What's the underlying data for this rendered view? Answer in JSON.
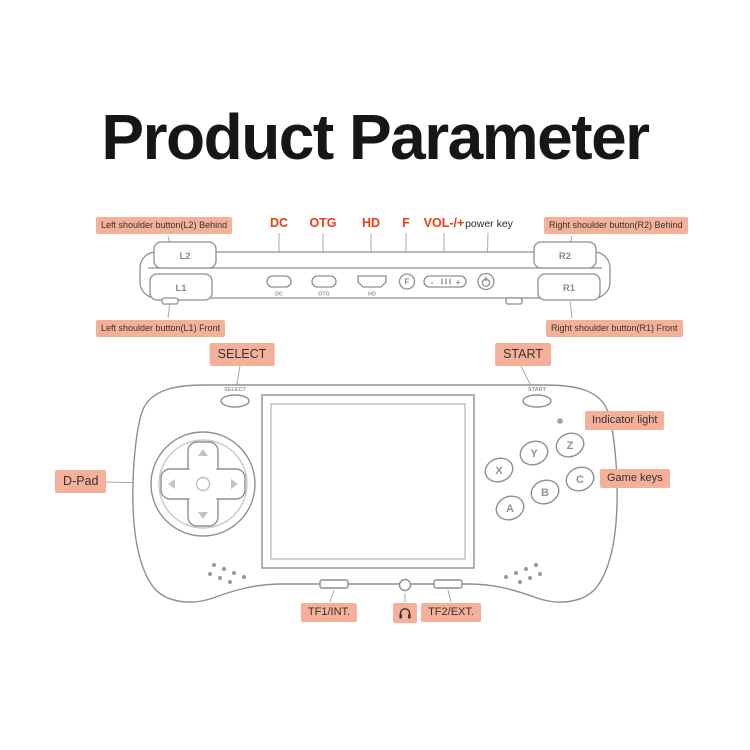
{
  "title": "Product Parameter",
  "colors": {
    "label_bg": "#f5b09a",
    "red": "#ee3c12",
    "line_gray": "#8f8f8f"
  },
  "callouts": {
    "l2_behind": "Left shoulder button(L2) Behind",
    "r2_behind": "Right shoulder button(R2) Behind",
    "l1_front": "Left shoulder button(L1) Front",
    "r1_front": "Right shoulder button(R1) Front",
    "dc": "DC",
    "otg": "OTG",
    "hd": "HD",
    "f": "F",
    "vol": "VOL-/+",
    "power_key": "power key",
    "select": "SELECT",
    "start": "START",
    "indicator_light": "Indicator light",
    "d_pad": "D-Pad",
    "game_keys": "Game keys",
    "tf1": "TF1/INT.",
    "tf2": "TF2/EXT."
  },
  "device": {
    "top_view": {
      "l2": "L2",
      "r2": "R2",
      "l1": "L1",
      "r1": "R1",
      "port_dc": "DC",
      "port_otg": "OTG",
      "port_hd": "HD",
      "btn_f": "F",
      "vol_minus": "-",
      "vol_plus": "+"
    },
    "front_view": {
      "select_print": "SELECT",
      "start_print": "START",
      "buttons": {
        "x": "X",
        "y": "Y",
        "z": "Z",
        "a": "A",
        "b": "B",
        "c": "C"
      }
    }
  },
  "icons": {
    "headphone_jack": "headphone-icon"
  }
}
